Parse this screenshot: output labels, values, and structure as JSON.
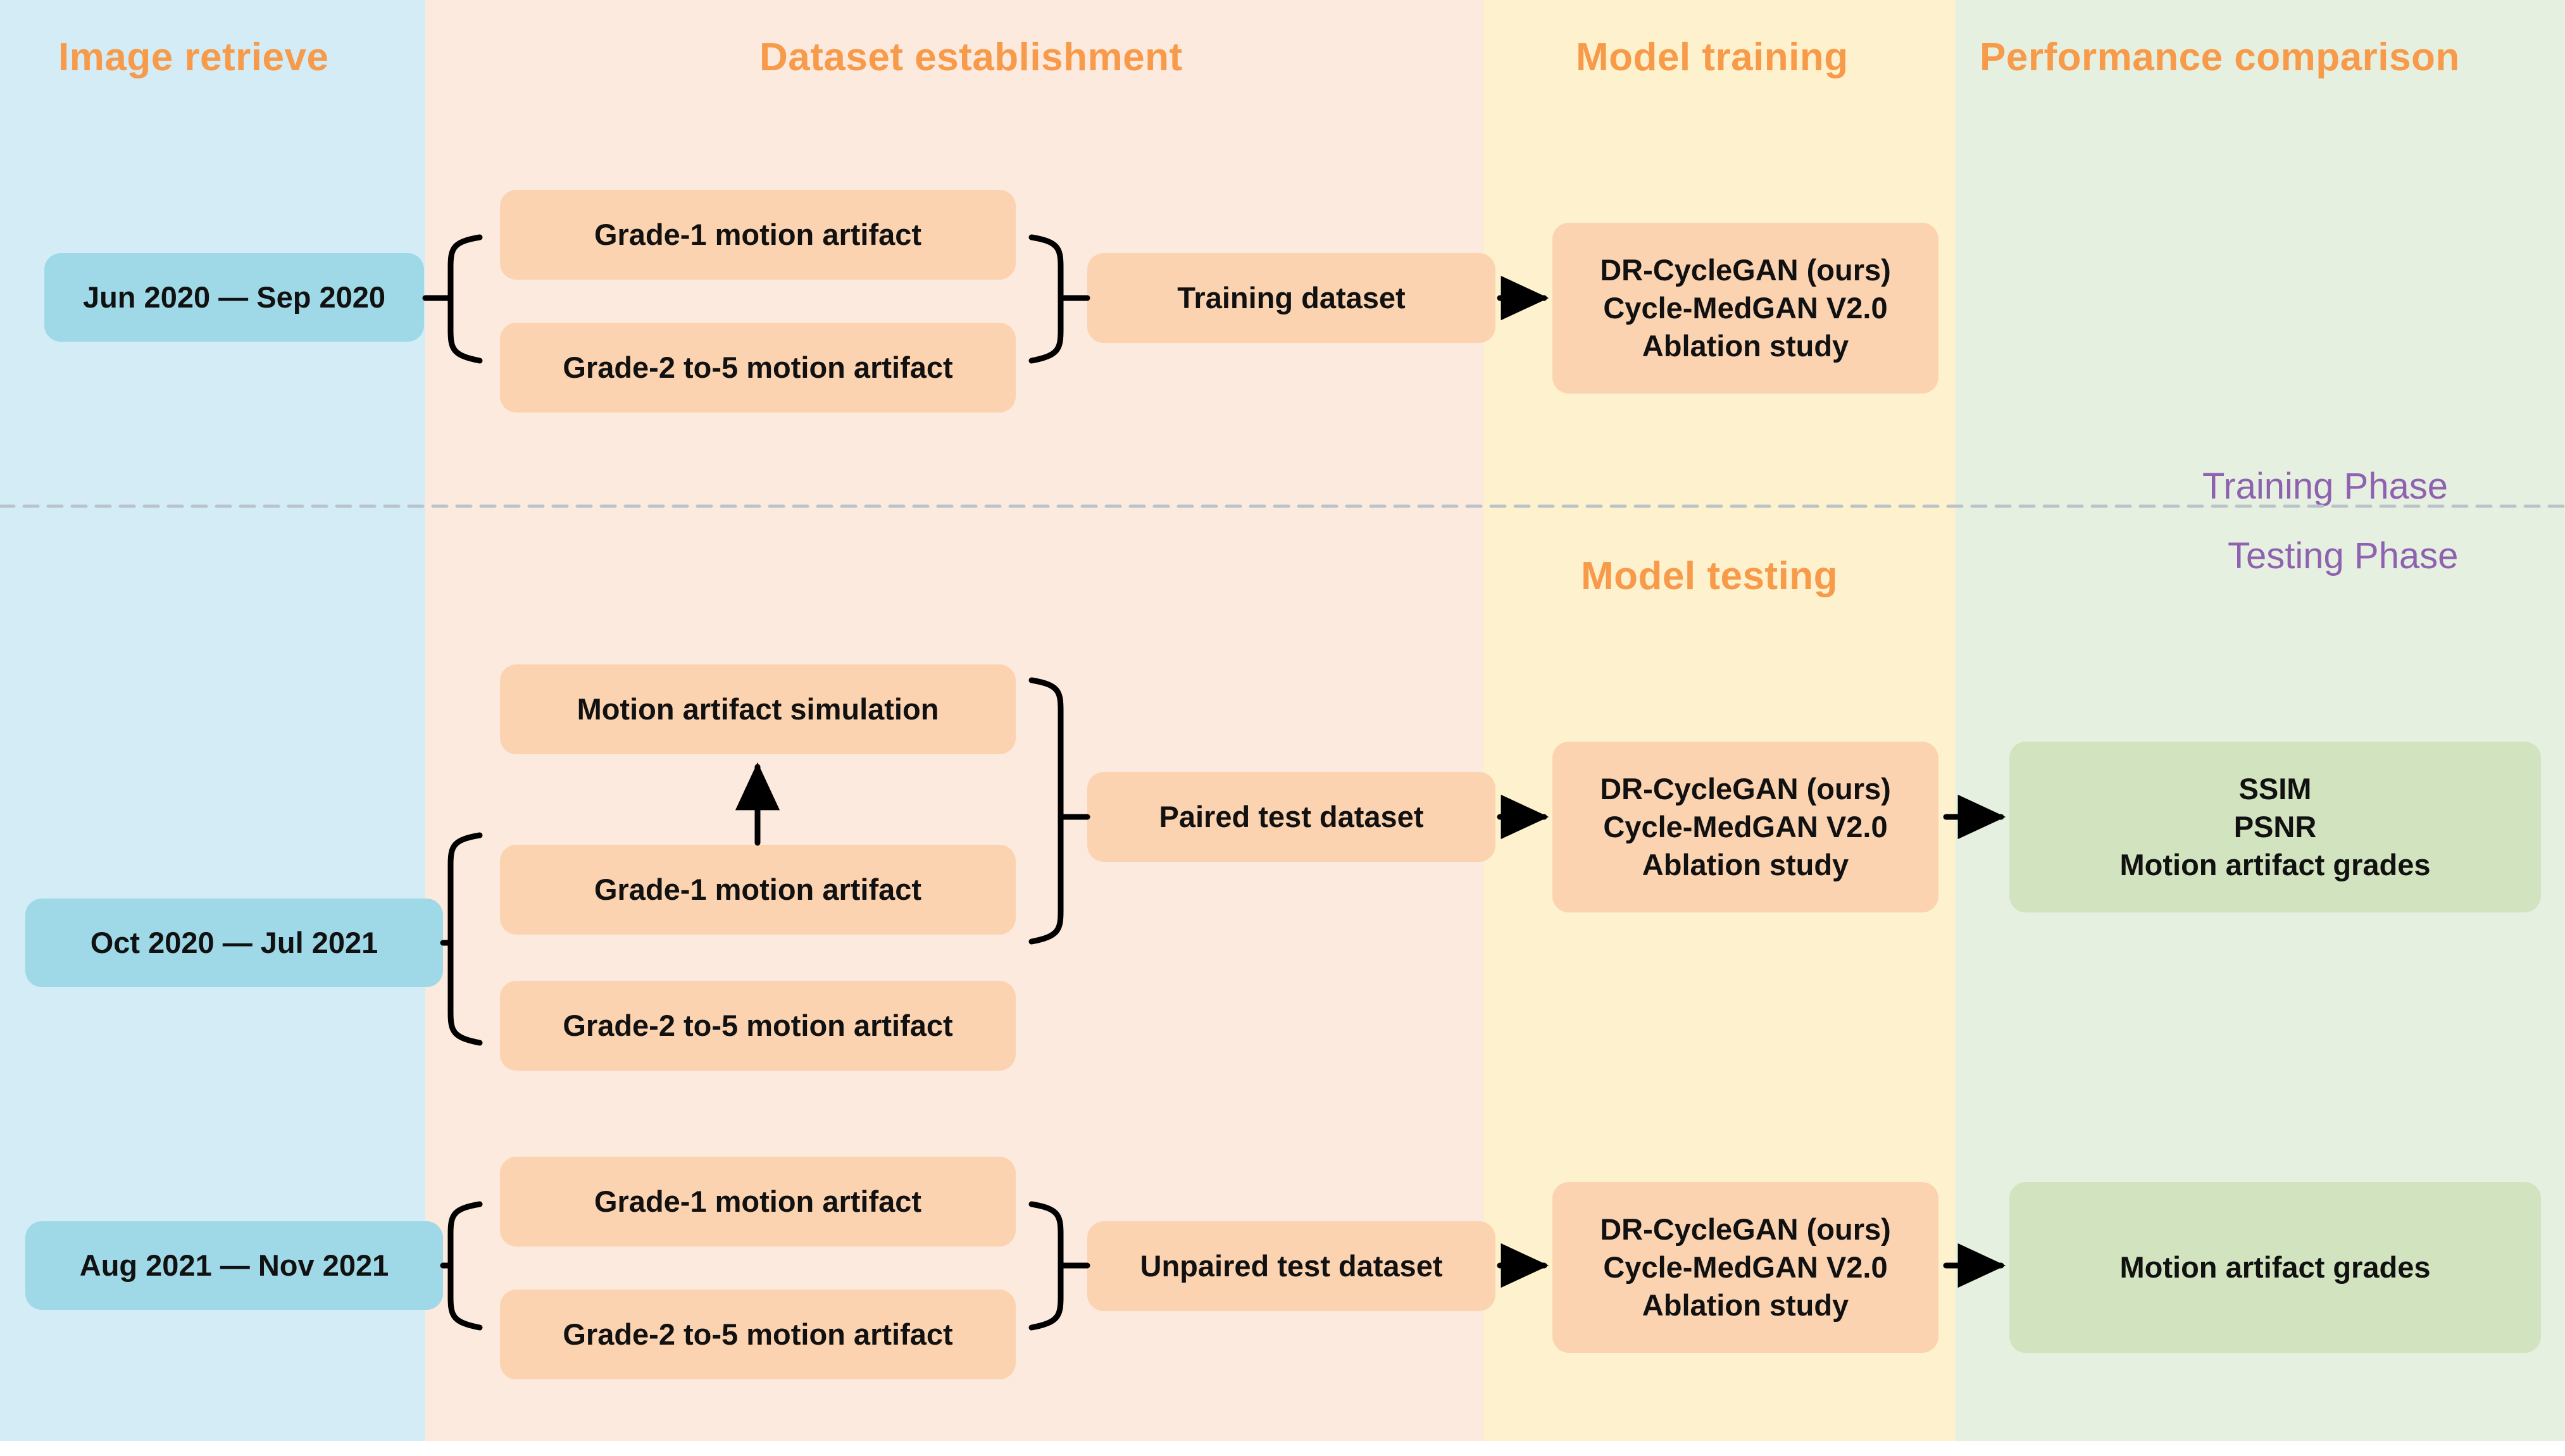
{
  "columns": [
    {
      "id": "image-retrieve",
      "title": "Image retrieve"
    },
    {
      "id": "dataset-establishment",
      "title": "Dataset establishment"
    },
    {
      "id": "model-training",
      "title": "Model training"
    },
    {
      "id": "performance-comparison",
      "title": "Performance comparison"
    }
  ],
  "section_headers": {
    "model_testing": "Model testing"
  },
  "phases": {
    "training": "Training Phase",
    "testing": "Testing Phase"
  },
  "rows": {
    "training": {
      "date_range": "Jun 2020 — Sep 2020",
      "grade_boxes": [
        "Grade-1 motion artifact",
        "Grade-2 to-5 motion artifact"
      ],
      "dataset": "Training dataset",
      "models": [
        "DR-CycleGAN (ours)",
        "Cycle-MedGAN V2.0",
        "Ablation study"
      ],
      "metrics": []
    },
    "paired_test": {
      "date_range": "Oct 2020 — Jul 2021",
      "simulation": "Motion artifact simulation",
      "grade_boxes": [
        "Grade-1 motion artifact",
        "Grade-2 to-5 motion artifact"
      ],
      "dataset": "Paired test dataset",
      "models": [
        "DR-CycleGAN (ours)",
        "Cycle-MedGAN V2.0",
        "Ablation study"
      ],
      "metrics": [
        "SSIM",
        "PSNR",
        "Motion artifact grades"
      ]
    },
    "unpaired_test": {
      "date_range": "Aug 2021 — Nov 2021",
      "grade_boxes": [
        "Grade-1 motion artifact",
        "Grade-2 to-5 motion artifact"
      ],
      "dataset": "Unpaired test dataset",
      "models": [
        "DR-CycleGAN (ours)",
        "Cycle-MedGAN V2.0",
        "Ablation study"
      ],
      "metrics": [
        "Motion artifact grades"
      ]
    }
  },
  "colors": {
    "band_retrieve": "#d3ecf6",
    "band_dataset": "#fdeade",
    "band_training": "#fdf2cd",
    "band_performance": "#e6f0e0",
    "node_blue": "#9fd9e8",
    "node_peach": "#fbd3b0",
    "node_green": "#d2e3bf",
    "header_orange": "#f79a4a",
    "phase_purple": "#8e62b0",
    "connector_black": "#000000",
    "divider_gray": "#b9c3c9"
  }
}
